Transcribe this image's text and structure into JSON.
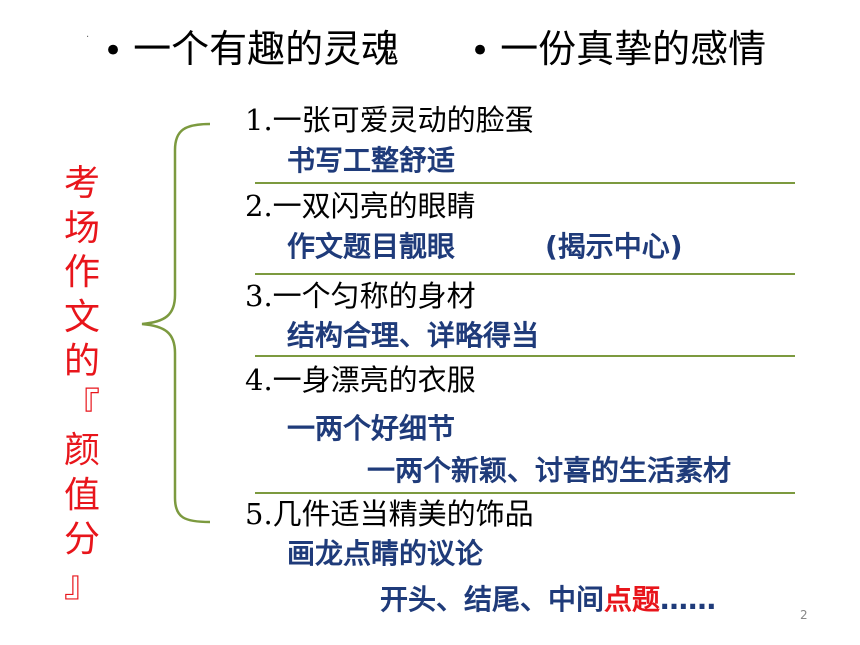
{
  "top_bullets": [
    {
      "dot": "•",
      "text": "一个有趣的灵魂"
    },
    {
      "dot": "•",
      "text": "一份真挚的感情"
    }
  ],
  "small_mark": "·",
  "side_title": [
    "考",
    "场",
    "作",
    "文",
    "的",
    "『",
    "颜",
    "值",
    "分",
    "』"
  ],
  "items": [
    {
      "label": "1.一张可爱灵动的脸蛋",
      "notes": [
        "书写工整舒适"
      ]
    },
    {
      "label": "2.一双闪亮的眼睛",
      "notes": [
        "作文题目靓眼",
        "(揭示中心)"
      ]
    },
    {
      "label": "3.一个匀称的身材",
      "notes": [
        "结构合理、详略得当"
      ]
    },
    {
      "label": "4.一身漂亮的衣服",
      "notes": [
        "一两个好细节",
        "一两个新颖、讨喜的生活素材"
      ]
    },
    {
      "label": "5.几件适当精美的饰品",
      "notes": [
        "画龙点睛的议论",
        "开头、结尾、中间",
        "点题",
        "……"
      ]
    }
  ],
  "page_number": "2",
  "colors": {
    "title_red": "#e8151b",
    "note_blue": "#1f3b7a",
    "rule_green": "#7c9a3f"
  }
}
